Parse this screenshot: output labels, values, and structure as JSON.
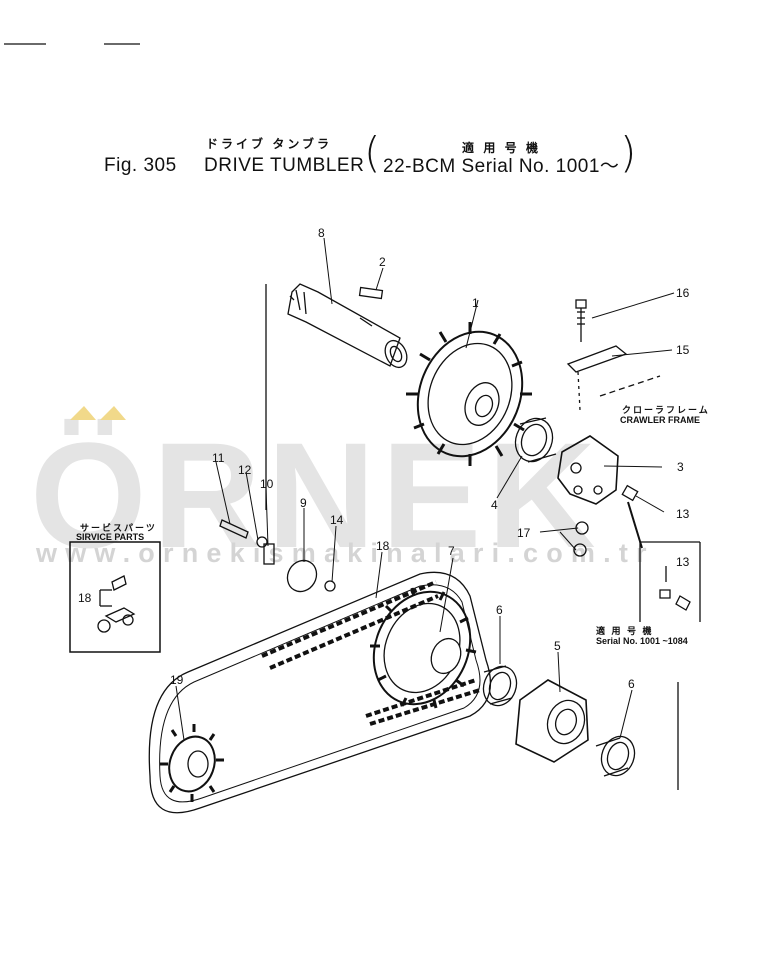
{
  "watermark": {
    "brand": "ÖRNEK",
    "url": "www.ornekismakinalari.com.tr",
    "accent_color": "#f1d98a"
  },
  "header": {
    "fig_label": "Fig. 305",
    "title_ja": "ドライブ タンブラ",
    "title_en": "DRIVE TUMBLER",
    "applicability_ja": "適 用 号 機",
    "applicability_en": "22-BCM Serial No. 1001～"
  },
  "labels": {
    "crawler_frame_ja": "クローラフレーム",
    "crawler_frame_en": "CRAWLER FRAME",
    "service_parts_ja": "サービスパーツ",
    "service_parts_en": "SIRVICE PARTS",
    "inset_serial_ja": "適 用 号 機",
    "inset_serial_en": "Serial No. 1001 ~1084"
  },
  "callouts": [
    "1",
    "2",
    "3",
    "4",
    "5",
    "6",
    "6",
    "7",
    "8",
    "9",
    "10",
    "11",
    "12",
    "13",
    "13",
    "14",
    "15",
    "16",
    "17",
    "18",
    "18",
    "19"
  ]
}
